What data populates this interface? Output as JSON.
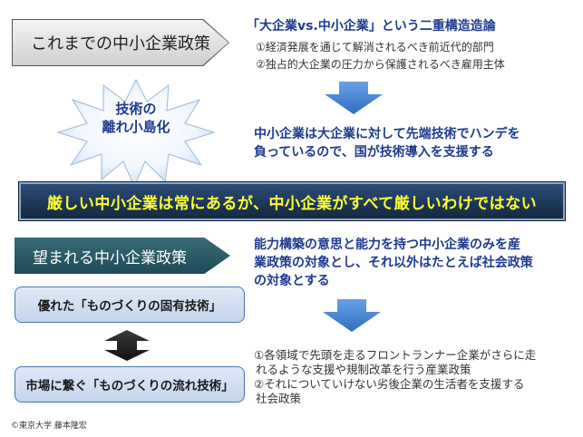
{
  "past_policy_label": "これまでの中小企業政策",
  "dual_structure": {
    "heading": "「大企業vs.中小企業」という二重構造造論",
    "item1": "①経済発展を通じて解消されるべき前近代的部門",
    "item2": "②独占的大企業の圧力から保護されるべき雇用主体"
  },
  "burst": {
    "line1": "技術の",
    "line2": "離れ小島化"
  },
  "tech_support": {
    "line1": "中小企業は大企業に対して先端技術でハンデを",
    "line2": "負っているので、国が技術導入を支援する"
  },
  "banner_text": "厳しい中小企業は常にあるが、中小企業がすべて厳しいわけではない",
  "desired_policy_label": "望まれる中小企業政策",
  "capacity_policy": {
    "line1": "能力構築の意思と能力を持つ中小企業のみを産",
    "line2": "業政策の対象とし、それ以外はたとえば社会政策",
    "line3": "の対象とする"
  },
  "box_top": "優れた「ものづくりの固有技術」",
  "box_bottom": "市場に繋ぐ「ものづくりの流れ技術」",
  "policies": {
    "item1_line1": "①各領域で先頭を走るフロントランナー企業がさらに走",
    "item1_line2": "れるような支援や規制改革を行う産業政策",
    "item2_line1": "②それについていけない劣後企業の生活者を支援する",
    "item2_line2": "社会政策"
  },
  "copyright": "©東京大学 藤本隆宏",
  "colors": {
    "navy_text": "#1f3a93",
    "banner_text": "#ffff33",
    "banner_bg": "#1c3656",
    "arrow_blue": "#4a86d8"
  }
}
